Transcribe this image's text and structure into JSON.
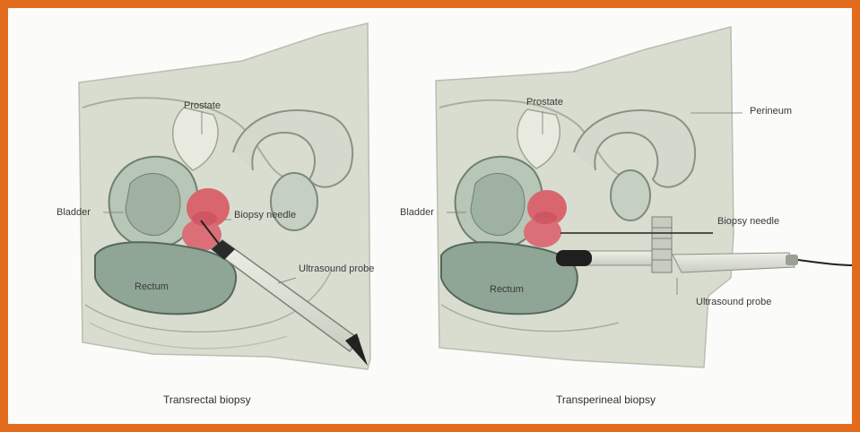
{
  "panels": [
    {
      "caption": "Transrectal biopsy",
      "labels": {
        "prostate": "Prostate",
        "bladder": "Bladder",
        "needle": "Biopsy needle",
        "probe": "Ultrasound probe",
        "rectum": "Rectum"
      }
    },
    {
      "caption": "Transperineal biopsy",
      "labels": {
        "prostate": "Prostate",
        "perineum": "Perineum",
        "bladder": "Bladder",
        "needle": "Biopsy needle",
        "probe": "Ultrasound probe",
        "rectum": "Rectum"
      }
    }
  ],
  "colors": {
    "border": "#e36b1c",
    "tissue": "#d9ddd0",
    "organ": "#b7c6b6",
    "rectum": "#8fa595",
    "prostate": "#d9666f"
  }
}
